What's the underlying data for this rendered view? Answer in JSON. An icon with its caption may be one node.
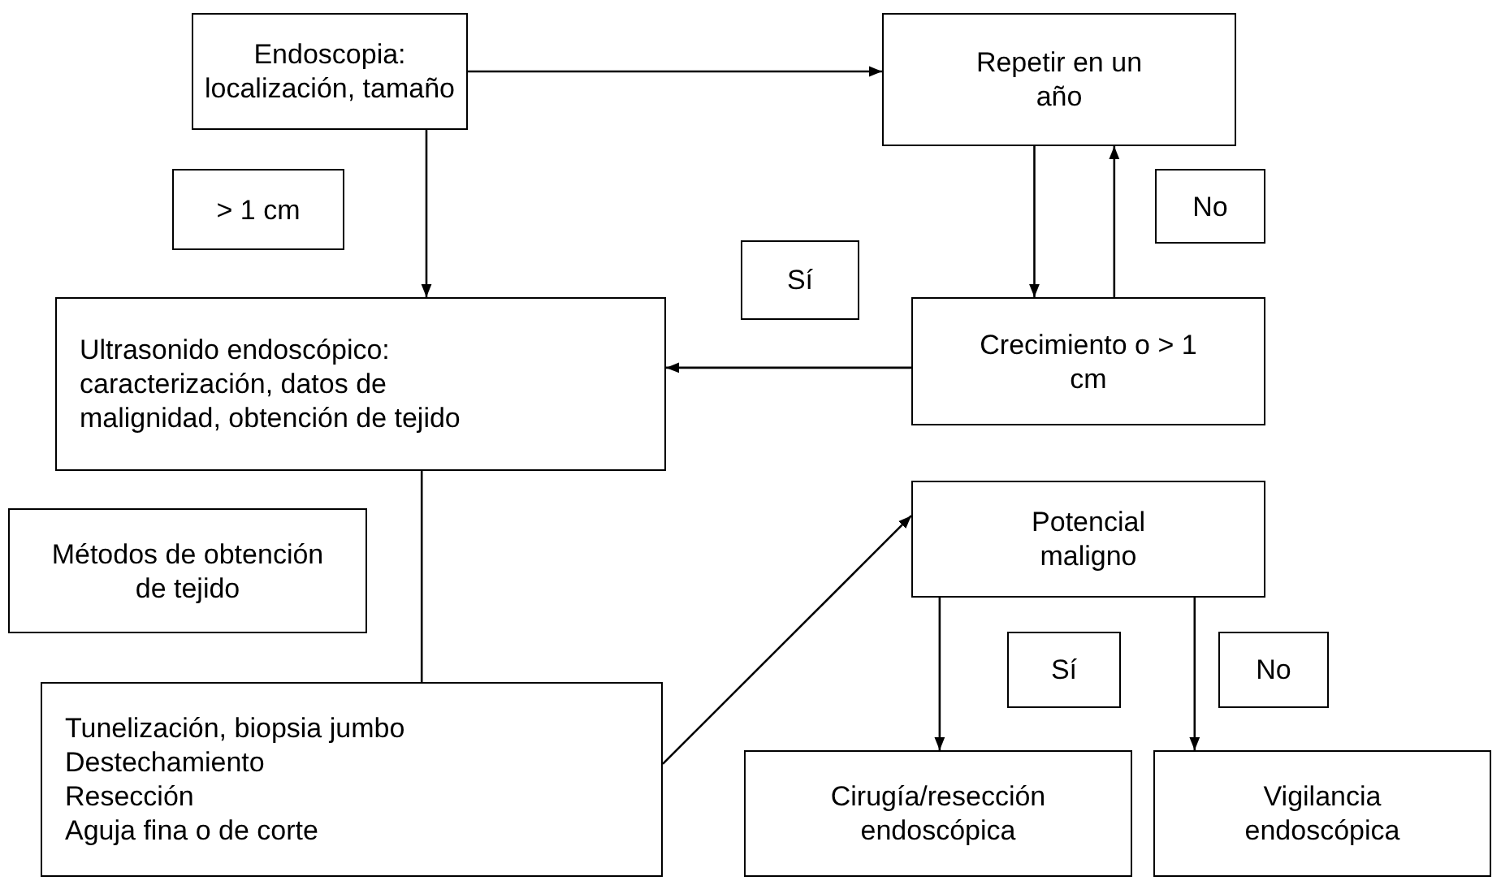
{
  "diagram": {
    "nodes": [
      {
        "text": [
          "Endoscopia: localización, tamaño"
        ]
      },
      {
        "text": [
          "Repetir en un año"
        ]
      },
      {
        "text": [
          "> 1 cm"
        ]
      },
      {
        "text": [
          "No"
        ]
      },
      {
        "text": [
          "Sí"
        ]
      },
      {
        "text": [
          "Ultrasonido endoscópico: caracterización, datos de malignidad, obtención de tejido"
        ]
      },
      {
        "text": [
          "Crecimiento o > 1 cm"
        ]
      },
      {
        "text": [
          "Métodos de obtención de tejido"
        ]
      },
      {
        "text": [
          "Potencial maligno"
        ]
      },
      {
        "text": [
          "Tunelización, biopsia jumbo",
          "Destechamiento",
          "Resección",
          "Aguja fina o de corte"
        ]
      },
      {
        "text": [
          "Sí"
        ]
      },
      {
        "text": [
          "No"
        ]
      },
      {
        "text": [
          "Cirugía/resección endoscópica"
        ]
      },
      {
        "text": [
          "Vigilancia endoscópica"
        ]
      }
    ],
    "edges": [
      {
        "from": 0,
        "to": 1,
        "arrow": "to"
      },
      {
        "from": 0,
        "to": 5,
        "arrow": "to"
      },
      {
        "from": 1,
        "to": 6,
        "arrow": "to"
      },
      {
        "from": 6,
        "to": 1,
        "arrow": "to"
      },
      {
        "from": 6,
        "to": 5,
        "arrow": "to"
      },
      {
        "from": 5,
        "to": 9,
        "arrow": "to"
      },
      {
        "from": 9,
        "to": 8,
        "arrow": "to"
      },
      {
        "from": 8,
        "to": 12,
        "arrow": "to"
      },
      {
        "from": 8,
        "to": 13,
        "arrow": "to"
      }
    ]
  }
}
